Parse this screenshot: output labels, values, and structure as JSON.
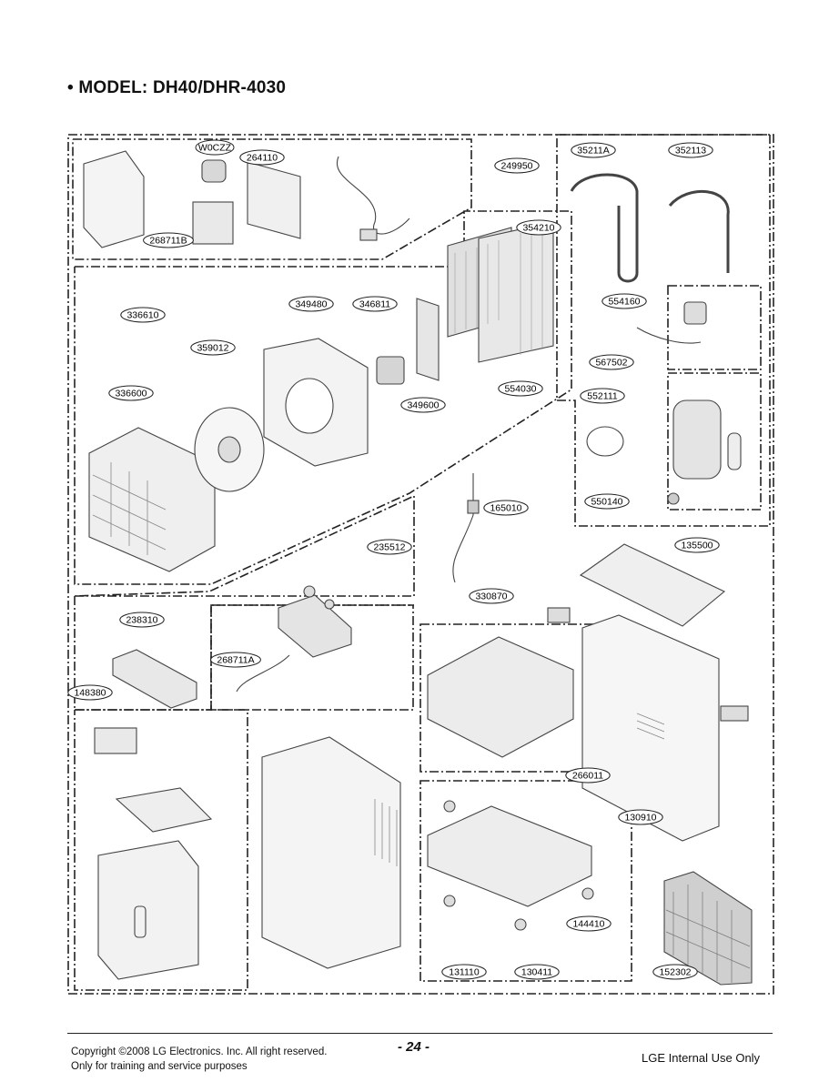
{
  "header": {
    "title": "• MODEL: DH40/DHR-4030"
  },
  "parts": [
    {
      "id": "W0CZZ"
    },
    {
      "id": "264110"
    },
    {
      "id": "249950"
    },
    {
      "id": "268711B"
    },
    {
      "id": "35211A"
    },
    {
      "id": "352113"
    },
    {
      "id": "354210"
    },
    {
      "id": "336610"
    },
    {
      "id": "349480"
    },
    {
      "id": "346811"
    },
    {
      "id": "359012"
    },
    {
      "id": "336600"
    },
    {
      "id": "349600"
    },
    {
      "id": "554030"
    },
    {
      "id": "554160"
    },
    {
      "id": "567502"
    },
    {
      "id": "552111"
    },
    {
      "id": "550140"
    },
    {
      "id": "165010"
    },
    {
      "id": "235512"
    },
    {
      "id": "135500"
    },
    {
      "id": "238310"
    },
    {
      "id": "330870"
    },
    {
      "id": "268711A"
    },
    {
      "id": "148380"
    },
    {
      "id": "266011"
    },
    {
      "id": "130910"
    },
    {
      "id": "144410"
    },
    {
      "id": "131110"
    },
    {
      "id": "130411"
    },
    {
      "id": "152302"
    }
  ],
  "footer": {
    "copyright_line1": "Copyright ©2008 LG Electronics. Inc. All right reserved.",
    "copyright_line2": "Only for training and service purposes",
    "page_number": "- 24 -",
    "internal_use": "LGE Internal Use Only"
  }
}
